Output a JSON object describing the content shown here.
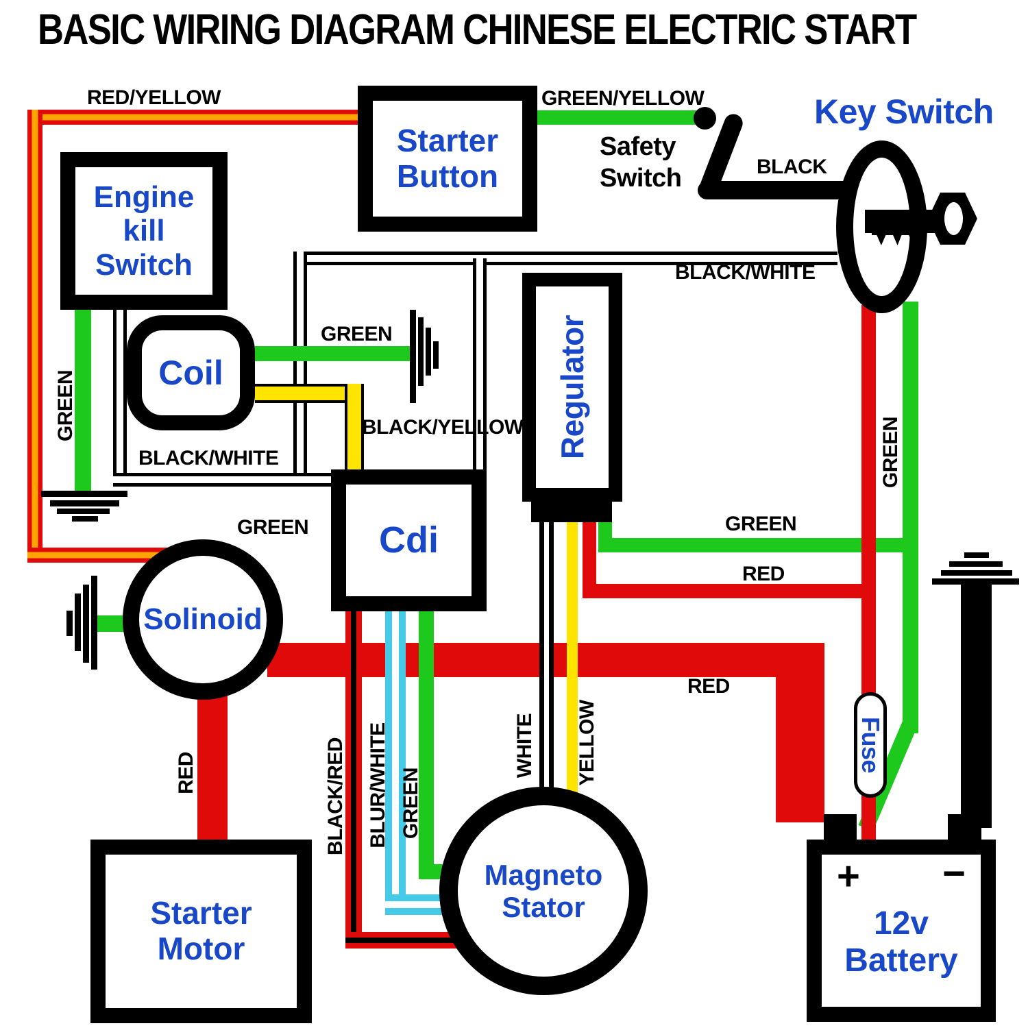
{
  "title": "BASIC WIRING DIAGRAM CHINESE ELECTRIC START",
  "components": {
    "engine_kill_switch": {
      "line1": "Engine",
      "line2": "kill",
      "line3": "Switch"
    },
    "starter_button": {
      "line1": "Starter",
      "line2": "Button"
    },
    "key_switch_label": "Key Switch",
    "safety_switch": {
      "line1": "Safety",
      "line2": "Switch"
    },
    "coil": "Coil",
    "regulator": "Regulator",
    "cdi": "Cdi",
    "solenoid": "Solinoid",
    "magneto_stator": {
      "line1": "Magneto",
      "line2": "Stator"
    },
    "starter_motor": {
      "line1": "Starter",
      "line2": "Motor"
    },
    "battery": {
      "plus": "+",
      "minus": "−",
      "line1": "12v",
      "line2": "Battery"
    },
    "fuse": "Fuse"
  },
  "wire_labels": {
    "red_yellow": "RED/YELLOW",
    "green_yellow": "GREEN/YELLOW",
    "black": "BLACK",
    "black_white_top": "BLACK/WHITE",
    "black_white_left": "BLACK/WHITE",
    "green_engine": "GREEN",
    "green_coil": "GREEN",
    "black_yellow": "BLACK/YELLOW",
    "green_solenoid": "GREEN",
    "green_regulator": "GREEN",
    "red_regulator": "RED",
    "red_main": "RED",
    "red_starter": "RED",
    "black_red": "BLACK/RED",
    "blur_white": "BLUR/WHITE",
    "green_cdi": "GREEN",
    "white": "WHITE",
    "yellow": "YELLOW",
    "green_key": "GREEN"
  },
  "colors": {
    "wire_red": "#e00a0a",
    "wire_green": "#1dc91d",
    "wire_yellow": "#ffe400",
    "wire_orange_stripe": "#ffa502",
    "wire_cyan": "#45cbe8",
    "label_blue": "#1847c8",
    "black": "#000000"
  }
}
